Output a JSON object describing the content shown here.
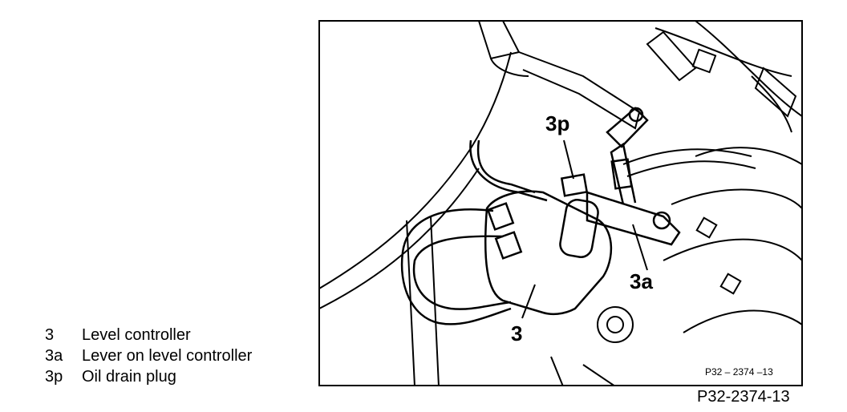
{
  "legend": [
    {
      "key": "3",
      "text": "Level controller"
    },
    {
      "key": "3a",
      "text": "Lever on level controller"
    },
    {
      "key": "3p",
      "text": "Oil drain plug"
    }
  ],
  "figure": {
    "callouts": {
      "c3p": "3p",
      "c3a": "3a",
      "c3": "3"
    },
    "inner_code": "P32 – 2374 –13"
  },
  "figure_code": "P32-2374-13"
}
